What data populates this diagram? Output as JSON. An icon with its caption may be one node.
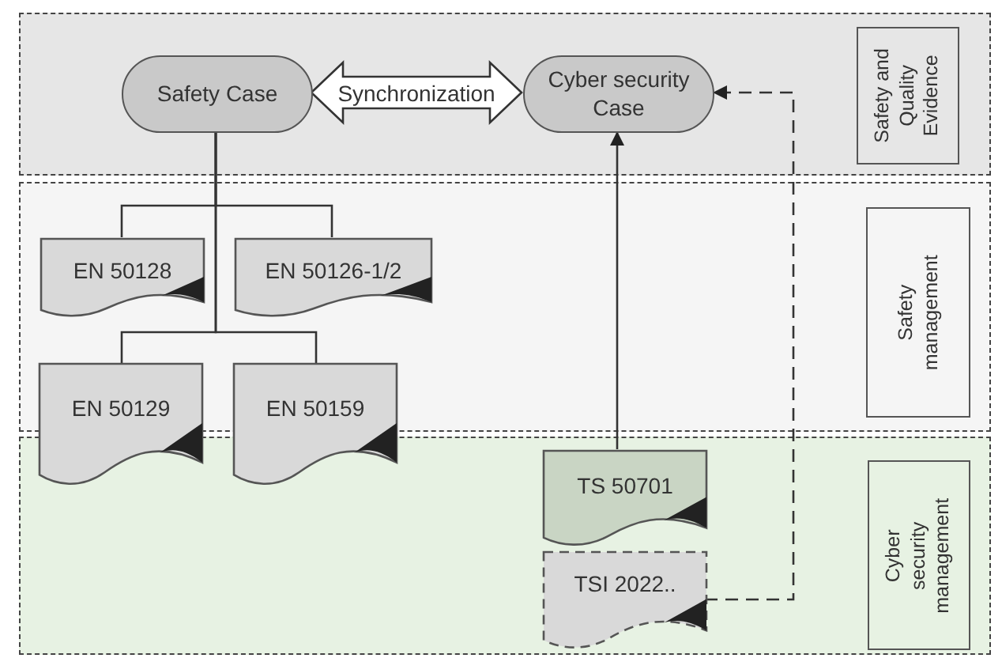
{
  "diagram": {
    "nodes": [
      {
        "text": [],
        "shape": "box"
      },
      {
        "text": [
          "Safety and Quality Evidence"
        ],
        "in": 0
      },
      {
        "text": [
          "Safety Case"
        ],
        "in": 0
      },
      {
        "text": [
          "Cyber security Case"
        ],
        "in": 0
      },
      {
        "text": [],
        "shape": "box"
      },
      {
        "text": [
          "Safety management"
        ],
        "in": 4
      },
      {
        "text": [
          "EN 50128"
        ],
        "in": 4
      },
      {
        "text": [
          "EN 50126-1/2"
        ],
        "in": 4
      },
      {
        "text": [
          "EN 50129"
        ]
      },
      {
        "text": [
          "EN 50159"
        ]
      },
      {
        "text": [],
        "shape": "box"
      },
      {
        "text": [
          "Cyber security management"
        ],
        "in": 10
      },
      {
        "text": [
          "TS 50701"
        ],
        "in": 10
      },
      {
        "text": [
          "TSI 2022.."
        ],
        "in": 10
      }
    ],
    "edges": [
      {
        "from": 2,
        "to": 3,
        "arrow": "both",
        "label": "Synchronization",
        "style": "thick"
      },
      {
        "from": 2,
        "to": 6,
        "arrow": "none"
      },
      {
        "from": 2,
        "to": 7,
        "arrow": "none"
      },
      {
        "from": 2,
        "to": 8,
        "arrow": "none"
      },
      {
        "from": 2,
        "to": 9,
        "arrow": "none"
      },
      {
        "from": 12,
        "to": 3,
        "arrow": "to"
      },
      {
        "from": 13,
        "to": 3,
        "arrow": "to",
        "style": "dashed"
      }
    ]
  }
}
